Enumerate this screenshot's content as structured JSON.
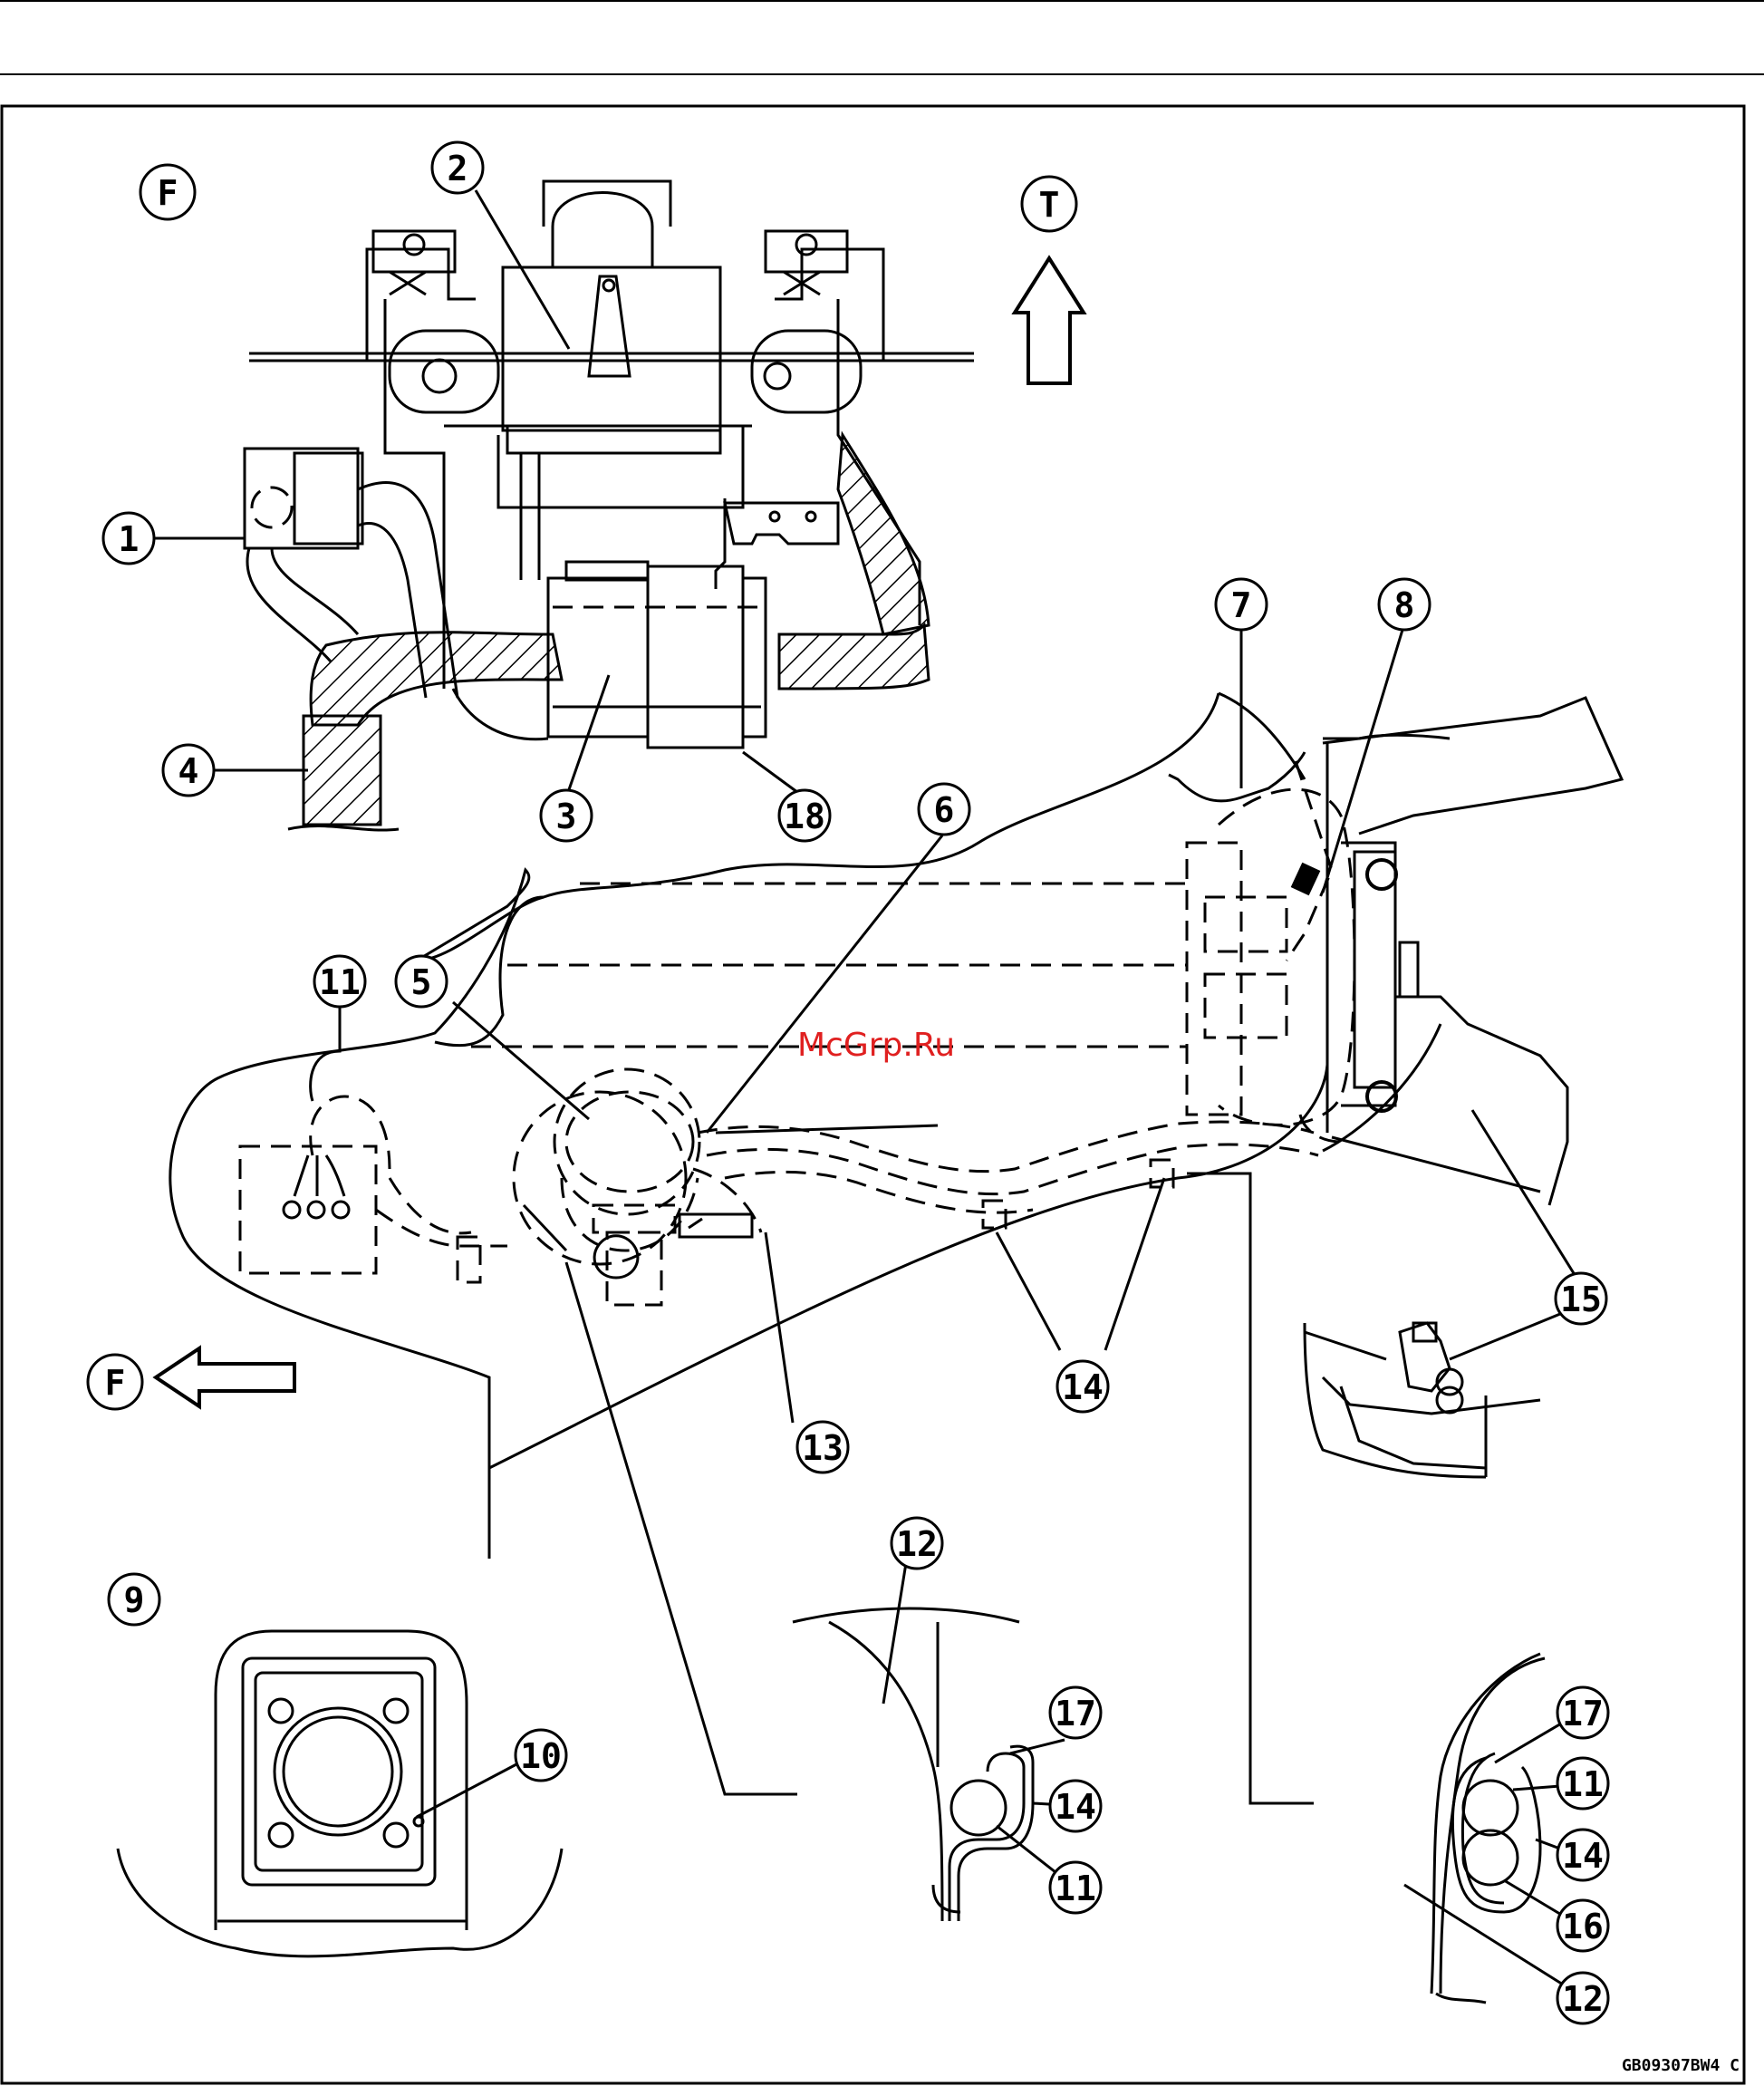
{
  "diagram": {
    "view_markers": [
      {
        "id": "f-top",
        "label": "F"
      },
      {
        "id": "t-top",
        "label": "T"
      },
      {
        "id": "f-left",
        "label": "F"
      }
    ],
    "callouts": [
      {
        "id": "c1",
        "label": "1"
      },
      {
        "id": "c2",
        "label": "2"
      },
      {
        "id": "c3",
        "label": "3"
      },
      {
        "id": "c4",
        "label": "4"
      },
      {
        "id": "c18",
        "label": "18"
      },
      {
        "id": "c6",
        "label": "6"
      },
      {
        "id": "c7",
        "label": "7"
      },
      {
        "id": "c8",
        "label": "8"
      },
      {
        "id": "c11a",
        "label": "11"
      },
      {
        "id": "c5",
        "label": "5"
      },
      {
        "id": "c15",
        "label": "15"
      },
      {
        "id": "c14a",
        "label": "14"
      },
      {
        "id": "c13",
        "label": "13"
      },
      {
        "id": "c9",
        "label": "9"
      },
      {
        "id": "c10",
        "label": "10"
      },
      {
        "id": "c12a",
        "label": "12"
      },
      {
        "id": "c17a",
        "label": "17"
      },
      {
        "id": "c14b",
        "label": "14"
      },
      {
        "id": "c11b",
        "label": "11"
      },
      {
        "id": "c17b",
        "label": "17"
      },
      {
        "id": "c11c",
        "label": "11"
      },
      {
        "id": "c14c",
        "label": "14"
      },
      {
        "id": "c16",
        "label": "16"
      },
      {
        "id": "c12b",
        "label": "12"
      }
    ],
    "watermark": "McGrp.Ru",
    "figure_code": "GB09307BW4 C"
  }
}
